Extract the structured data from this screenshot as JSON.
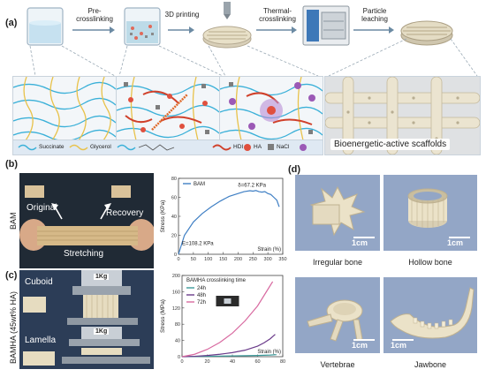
{
  "panels": {
    "a": "(a)",
    "b": "(b)",
    "c": "(c)",
    "d": "(d)"
  },
  "steps": [
    {
      "label": "Pre-\ncrosslinking"
    },
    {
      "label": "3D printing"
    },
    {
      "label": "Thermal-\ncrosslinking"
    },
    {
      "label": "Particle\nleaching"
    }
  ],
  "legend": {
    "succinate": "Succinate",
    "glycerol": "Glycerol",
    "hdi": "HDI",
    "ha": "HA",
    "nacl": "NaCl"
  },
  "scaffold_label": "Bioenergetic-active scaffolds",
  "panel_b": {
    "side_label": "BAM",
    "original": "Original",
    "recovery": "Recovery",
    "stretching": "Stretching"
  },
  "panel_c": {
    "side_label": "BAMHA (45wt% HA)",
    "cuboid": "Cuboid",
    "lamella": "Lamella",
    "weight": "1Kg"
  },
  "panel_d": {
    "irregular": "Irregular bone",
    "hollow": "Hollow bone",
    "vertebrae": "Vertebrae",
    "jawbone": "Jawbone",
    "scale": "1cm"
  },
  "chart_data": [
    {
      "type": "line",
      "xlabel": "Strain (%)",
      "ylabel": "Stress (KPa)",
      "xlim": [
        0,
        350
      ],
      "ylim": [
        0,
        80
      ],
      "xticks": [
        0,
        50,
        100,
        150,
        200,
        250,
        300,
        350
      ],
      "yticks": [
        0,
        20,
        40,
        60,
        80
      ],
      "legend": "top-left",
      "annotations": [
        "δ=67.2 KPa",
        "E=108.2 KPa"
      ],
      "series": [
        {
          "name": "BAM",
          "color": "#3f7fc4",
          "x": [
            0,
            20,
            50,
            80,
            110,
            140,
            170,
            200,
            220,
            240,
            250,
            260,
            270,
            280,
            290,
            300,
            310,
            320,
            330,
            338
          ],
          "y": [
            0,
            20,
            34,
            43,
            50,
            56,
            61,
            64,
            66,
            67,
            66.5,
            67.2,
            66,
            65.5,
            66,
            64,
            63,
            60,
            57,
            50
          ]
        }
      ]
    },
    {
      "type": "line",
      "title": "BAMHA crosslinking time",
      "xlabel": "Strain (%)",
      "ylabel": "Stress (MPa)",
      "xlim": [
        0,
        80
      ],
      "ylim": [
        0,
        200
      ],
      "xticks": [
        0,
        20,
        40,
        60,
        80
      ],
      "yticks": [
        0,
        40,
        80,
        120,
        160,
        200
      ],
      "legend": "top-left",
      "series": [
        {
          "name": "24h",
          "color": "#3a9a9a",
          "x": [
            0,
            10,
            20,
            30,
            40,
            50,
            60,
            70,
            75
          ],
          "y": [
            0,
            0.5,
            1,
            1.5,
            2,
            2.5,
            3,
            4,
            5
          ]
        },
        {
          "name": "48h",
          "color": "#6a3a8a",
          "x": [
            0,
            10,
            20,
            30,
            40,
            50,
            60,
            65,
            70,
            74
          ],
          "y": [
            0,
            1,
            3,
            6,
            10,
            16,
            26,
            34,
            44,
            55
          ]
        },
        {
          "name": "72h",
          "color": "#d86aa0",
          "x": [
            0,
            10,
            20,
            30,
            40,
            50,
            60,
            65,
            70,
            72
          ],
          "y": [
            0,
            6,
            18,
            35,
            58,
            88,
            125,
            150,
            175,
            185
          ]
        }
      ]
    }
  ]
}
